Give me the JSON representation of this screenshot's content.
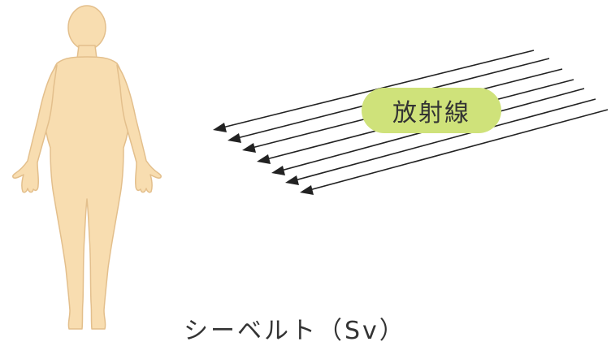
{
  "figure": {
    "radiation_label": "放射線",
    "unit_caption": "シーベルト（Sv）"
  },
  "colors": {
    "body_fill": "#f8ddb0",
    "body_outline": "#e3bf8c",
    "label_bg": "#cfe27a",
    "arrow_line": "#222222",
    "text": "#333333"
  },
  "icons": {
    "person": "human-body-silhouette",
    "rays": "parallel-arrows-pointing-left"
  }
}
